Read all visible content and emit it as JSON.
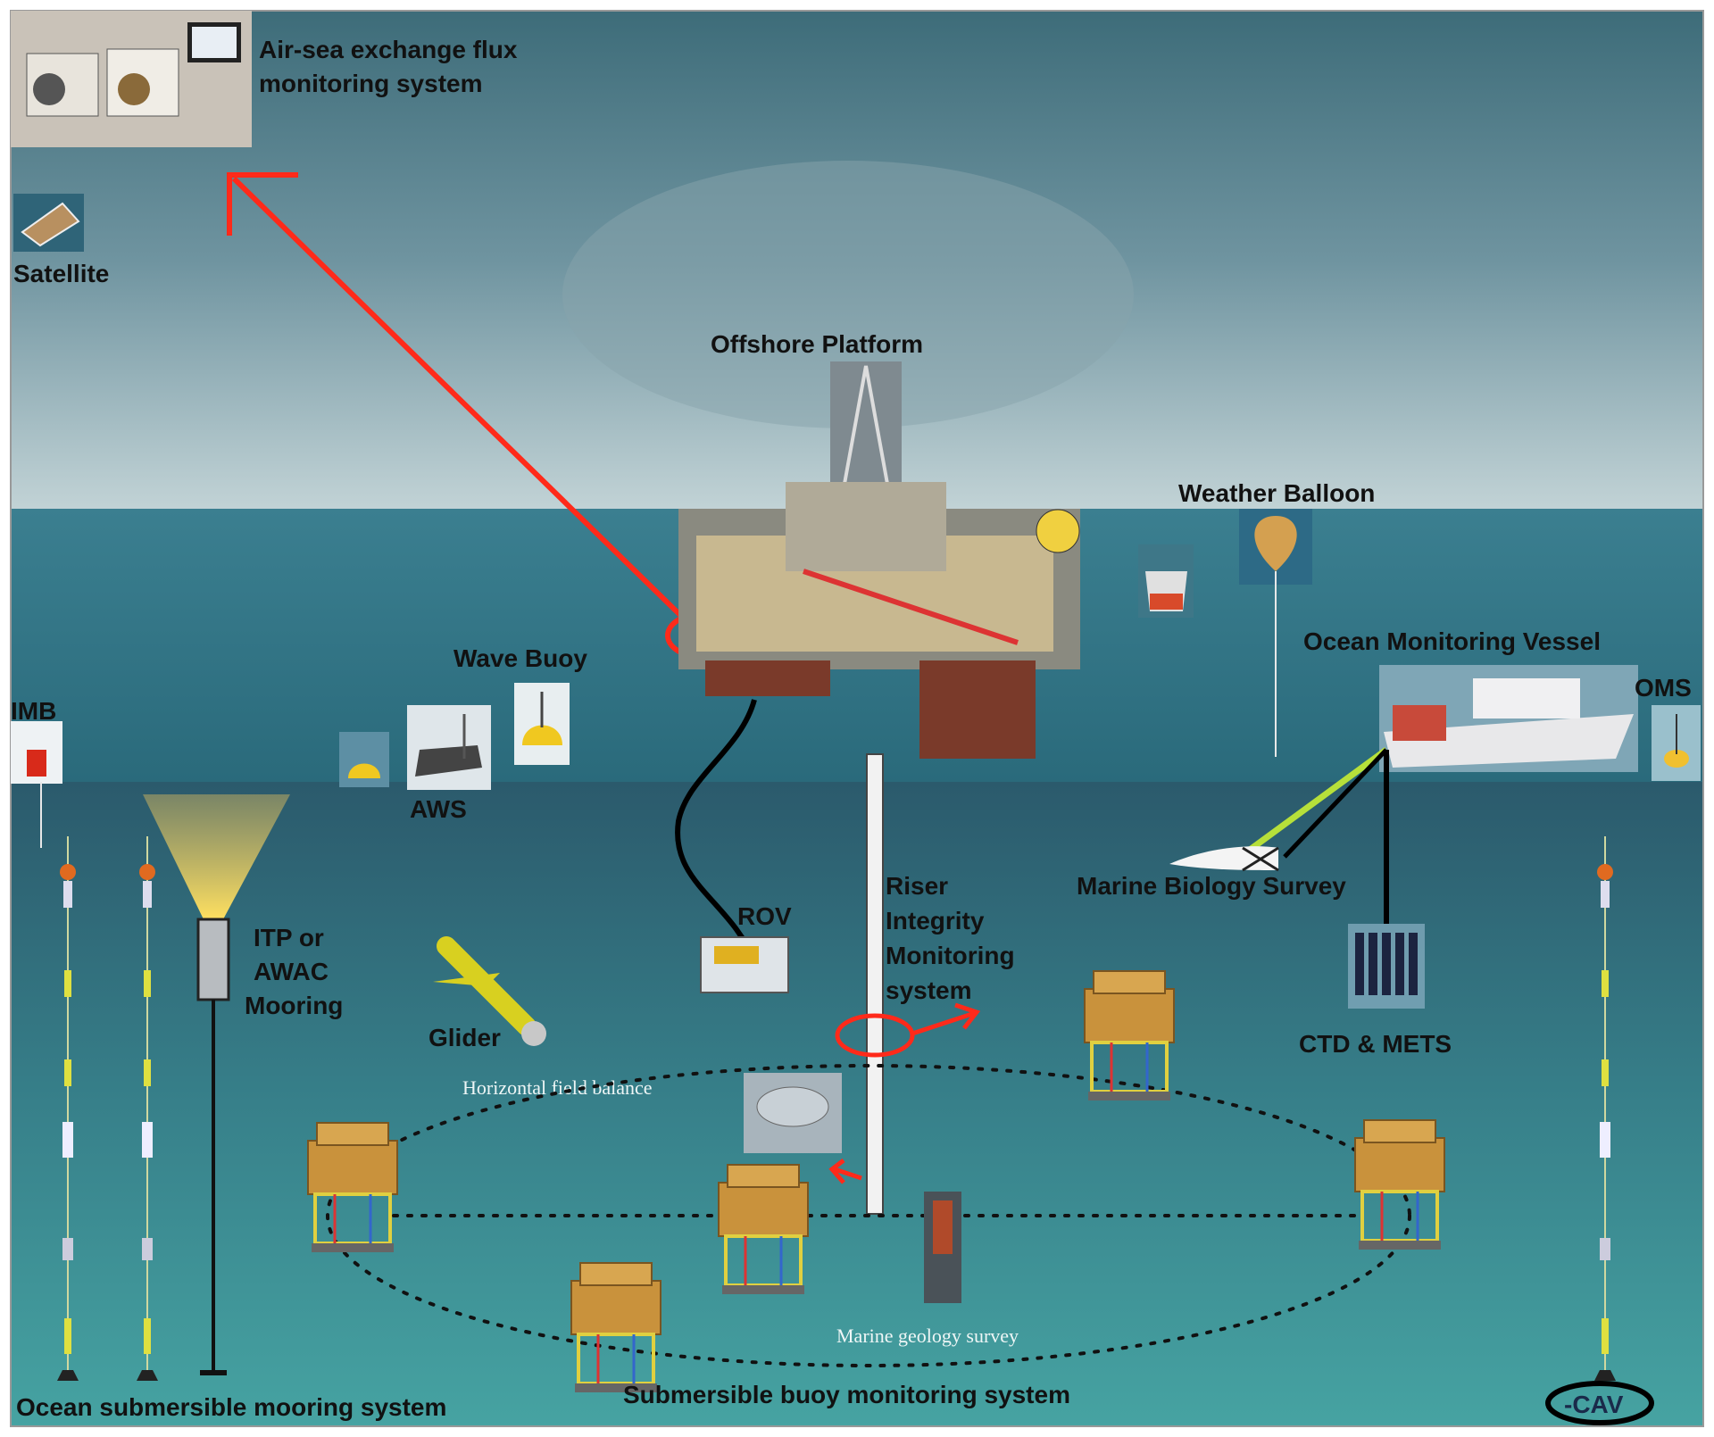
{
  "labels": {
    "air_sea": [
      "Air-sea exchange flux",
      "monitoring system"
    ],
    "satellite": "Satellite",
    "offshore_platform": "Offshore Platform",
    "weather_balloon": "Weather Balloon",
    "ocean_monitoring_vessel": "Ocean Monitoring Vessel",
    "oms": "OMS",
    "wave_buoy": "Wave Buoy",
    "imb": "IMB",
    "aws": "AWS",
    "itp": [
      "ITP or",
      "AWAC",
      "Mooring"
    ],
    "glider": "Glider",
    "rov": "ROV",
    "riser": [
      "Riser",
      "Integrity",
      "Monitoring",
      "system"
    ],
    "marine_biology": "Marine Biology Survey",
    "ctd": "CTD & METS",
    "horizontal_field": "Horizontal field balance",
    "marine_geology": "Marine geology survey",
    "ocean_submersible": "Ocean submersible mooring system",
    "submersible_buoy": "Submersible buoy monitoring system",
    "cav": "-CAV"
  },
  "colors": {
    "highlight_arrow": "#ff2a1a",
    "connector_green": "#b6e03a",
    "sky_top": "#3d6c79",
    "horizon": "#b9ccd0",
    "sea_surface": "#2f7486",
    "underwater_top": "#2b5a6c",
    "underwater_bottom": "#46a3a2"
  }
}
